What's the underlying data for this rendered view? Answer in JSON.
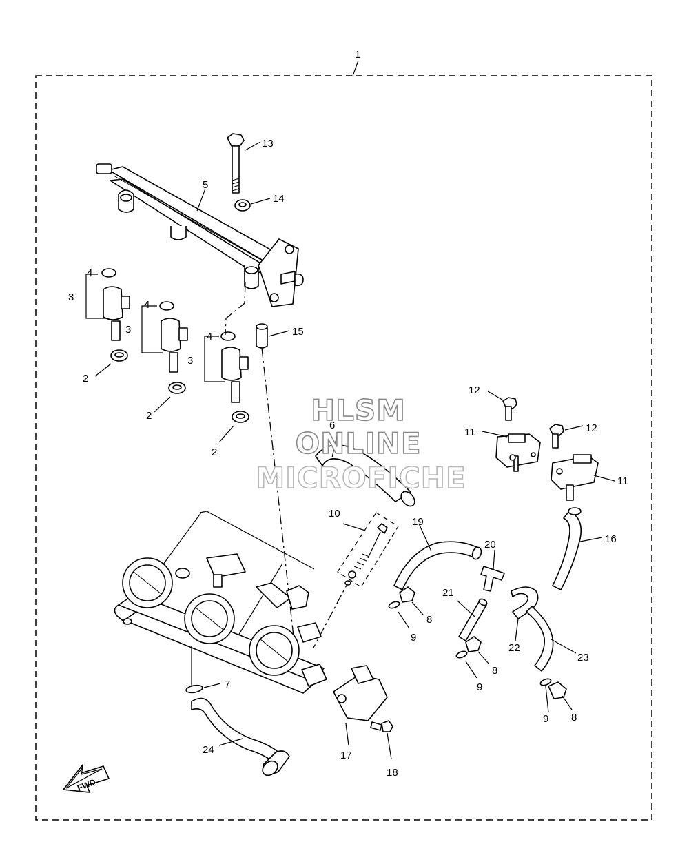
{
  "diagram": {
    "callouts": {
      "c1": "1",
      "c2a": "2",
      "c2b": "2",
      "c2c": "2",
      "c3a": "3",
      "c3b": "3",
      "c3c": "3",
      "c4a": "4",
      "c4b": "4",
      "c4c": "4",
      "c5": "5",
      "c6": "6",
      "c7": "7",
      "c8a": "8",
      "c8b": "8",
      "c8c": "8",
      "c9a": "9",
      "c9b": "9",
      "c9c": "9",
      "c10": "10",
      "c11a": "11",
      "c11b": "11",
      "c12a": "12",
      "c12b": "12",
      "c13": "13",
      "c14": "14",
      "c15": "15",
      "c16": "16",
      "c17": "17",
      "c18": "18",
      "c19": "19",
      "c20": "20",
      "c21": "21",
      "c22": "22",
      "c23": "23",
      "c24": "24"
    },
    "watermark": {
      "line1": "HLSM",
      "line2": "ONLINE",
      "line3": "MICROFICHE"
    },
    "fwd_label": "FWD"
  }
}
